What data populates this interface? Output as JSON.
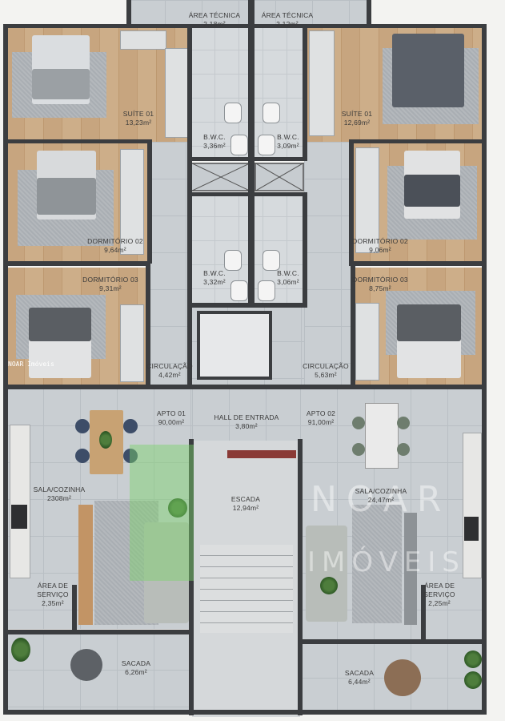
{
  "rooms": {
    "area_tecnica_1": {
      "name": "ÁREA TÉCNICA",
      "area": "2,18m²"
    },
    "area_tecnica_2": {
      "name": "ÁREA TÉCNICA",
      "area": "2,12m²"
    },
    "suite_1_left": {
      "name": "SUÍTE 01",
      "area": "13,23m²"
    },
    "suite_1_right": {
      "name": "SUÍTE 01",
      "area": "12,69m²"
    },
    "bwc_1": {
      "name": "B.W.C.",
      "area": "3,36m²"
    },
    "bwc_2": {
      "name": "B.W.C.",
      "area": "3,09m²"
    },
    "dorm_2_left": {
      "name": "DORMITÓRIO 02",
      "area": "9,64m²"
    },
    "dorm_2_right": {
      "name": "DORMITÓRIO 02",
      "area": "9,06m²"
    },
    "bwc_3": {
      "name": "B.W.C.",
      "area": "3,32m²"
    },
    "bwc_4": {
      "name": "B.W.C.",
      "area": "3,06m²"
    },
    "dorm_3_left": {
      "name": "DORMITÓRIO 03",
      "area": "9,31m²"
    },
    "dorm_3_right": {
      "name": "DORMITÓRIO 03",
      "area": "8,75m²"
    },
    "circulacao_1": {
      "name": "CIRCULAÇÃO",
      "area": "4,42m²"
    },
    "circulacao_2": {
      "name": "CIRCULAÇÃO",
      "area": "5,63m²"
    },
    "apto_1": {
      "name": "APTO 01",
      "area": "90,00m²"
    },
    "hall": {
      "name": "HALL DE ENTRADA",
      "area": "3,80m²"
    },
    "apto_2": {
      "name": "APTO 02",
      "area": "91,00m²"
    },
    "sala_cozinha_1": {
      "name": "SALA/COZINHA",
      "area": "2308m²"
    },
    "escada": {
      "name": "ESCADA",
      "area": "12,94m²"
    },
    "sala_cozinha_2": {
      "name": "SALA/COZINHA",
      "area": "24,47m²"
    },
    "servico_1": {
      "name": "ÁREA DE SERVIÇO",
      "area": "2,35m²"
    },
    "servico_2": {
      "name": "ÁREA DE SERVIÇO",
      "area": "2,25m²"
    },
    "sacada_1": {
      "name": "SACADA",
      "area": "6,26m²"
    },
    "sacada_2": {
      "name": "SACADA",
      "area": "6,44m²"
    }
  },
  "watermark": {
    "top": "NOAR",
    "bottom": "IMÓVEIS",
    "small": "NOAR Imóveis"
  },
  "colors": {
    "wall": "#3b3d40",
    "wood_floor": "#c7a57f",
    "tile_floor": "#c9ced2",
    "watermark_green": "#7bd36a"
  }
}
